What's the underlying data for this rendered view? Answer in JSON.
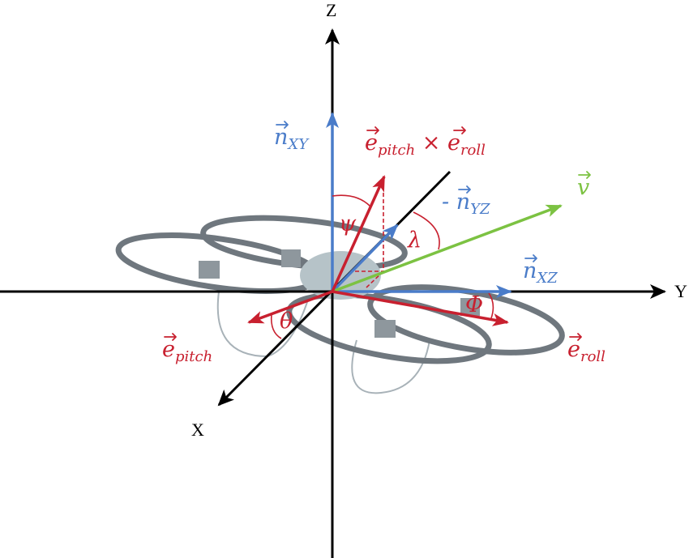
{
  "axes": {
    "x": "X",
    "y": "Y",
    "z": "Z"
  },
  "labels": {
    "n_xy": "n",
    "n_xy_sub": "XY",
    "n_xz": "n",
    "n_xz_sub": "XZ",
    "n_yz_prefix": "- ",
    "n_yz": "n",
    "n_yz_sub": "YZ",
    "v": "v",
    "cross_e1": "e",
    "cross_e1_sub": "pitch",
    "cross_op": " × ",
    "cross_e2": "e",
    "cross_e2_sub": "roll",
    "e_roll": "e",
    "e_roll_sub": "roll",
    "e_pitch": "e",
    "e_pitch_sub": "pitch",
    "psi": "ψ",
    "lambda": "λ",
    "phi": "Φ",
    "theta": "θ"
  },
  "colors": {
    "red": "#c8202f",
    "blue": "#4a7cc9",
    "green": "#7cc242",
    "black": "#000000",
    "drone": "#7d858c"
  }
}
